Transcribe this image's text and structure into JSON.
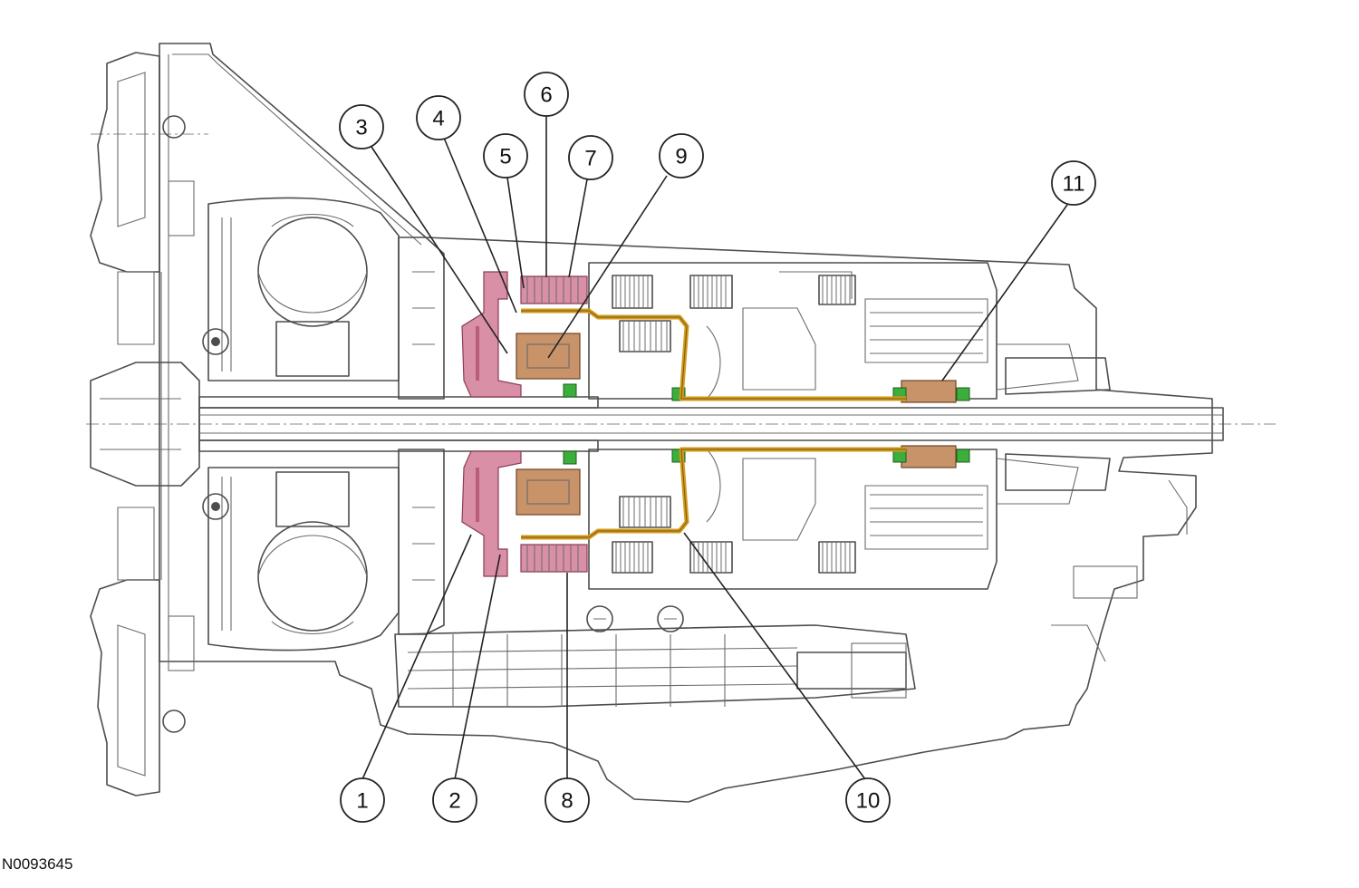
{
  "figure_id": "N0093645",
  "callouts": [
    {
      "id": "1",
      "label": "1"
    },
    {
      "id": "2",
      "label": "2"
    },
    {
      "id": "3",
      "label": "3"
    },
    {
      "id": "4",
      "label": "4"
    },
    {
      "id": "5",
      "label": "5"
    },
    {
      "id": "6",
      "label": "6"
    },
    {
      "id": "7",
      "label": "7"
    },
    {
      "id": "8",
      "label": "8"
    },
    {
      "id": "9",
      "label": "9"
    },
    {
      "id": "10",
      "label": "10"
    },
    {
      "id": "11",
      "label": "11"
    }
  ],
  "highlight_colors": {
    "clutch_piston": "#d98fa6",
    "shaft_path": "#d39a1c",
    "bearing": "#c9936a",
    "seal": "#3cae3c"
  }
}
